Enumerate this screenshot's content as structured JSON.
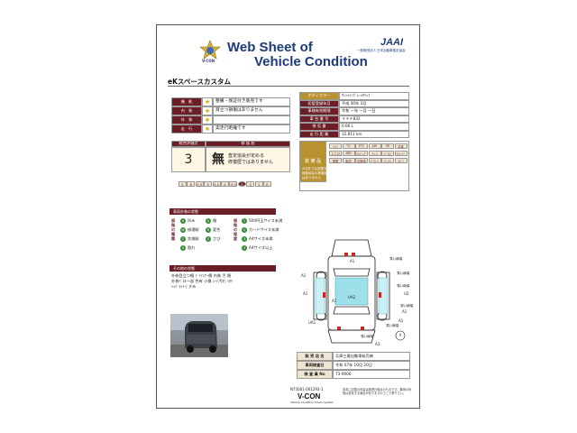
{
  "header": {
    "title_line1": "Web Sheet of",
    "title_line2": "Vehicle Condition",
    "org_logo": "JAAI",
    "org_name": "一般財団法人 日本自動車査定協会",
    "vcon_badge": "V-CON"
  },
  "model_name": "eKスペースカスタム",
  "conditions": [
    {
      "label": "機　能",
      "text": "整備・保証付き販売です"
    },
    {
      "label": "内　装",
      "text": "目立つ損傷はありません"
    },
    {
      "label": "外　装",
      "text": ""
    },
    {
      "label": "走　行",
      "text": "実走行距離です"
    }
  ],
  "specs": [
    {
      "label": "ボディカラー",
      "value": "ｻﾝｼｬｲﾝｸﾞﾚｰﾒﾀﾘｯｸ"
    },
    {
      "label": "初度登録年月",
      "value": "平成 30年 3月"
    },
    {
      "label": "車検有効期限",
      "value": "令和 一年 一月 一日"
    },
    {
      "label": "車 台 番 号",
      "value": "＊＊＊832"
    },
    {
      "label": "排 気 量",
      "value": "0.66 L"
    },
    {
      "label": "走 行 距 離",
      "value": "32,811 km"
    }
  ],
  "evaluation": {
    "score_header": "総合評価点",
    "history_header": "修 復 歴",
    "score": "3",
    "history_mark": "無",
    "history_text_1": "査定協会が定める",
    "history_text_2": "修復歴ではありません",
    "scale": [
      "S",
      "6",
      "5.5",
      "5",
      "4.5",
      "4",
      "3.5",
      "3",
      "2",
      "1",
      "R"
    ],
    "active_index": 7
  },
  "equipment": {
    "header": "装 備 品",
    "items": [
      "ナビ",
      "TV",
      "ETC",
      "AW",
      "SR",
      "本革",
      "エアロ",
      "ABS",
      "ｴｱﾊﾞｯｸﾞ",
      "ｷｰﾚｽ",
      "ﾊﾟﾜｽﾗ",
      "ﾜﾝｵｰﾅｰ",
      "禁煙",
      "取説",
      "記録簿",
      "ﾊﾟﾜｼｰﾄ",
      "ﾏﾆｭｱﾙ",
      "ｽﾍﾟｱ"
    ],
    "note_1": "※当社では加盟する",
    "note_2": "検査協会の検査証明で",
    "note_3": "はありません"
  },
  "legend": {
    "header": "車両外装の状態",
    "col1_title": "損傷の種類",
    "col2_title": "損傷の程度",
    "types": [
      {
        "code": "U",
        "text": "凹み"
      },
      {
        "code": "A",
        "text": "傷"
      },
      {
        "code": "W",
        "text": "修理跡"
      },
      {
        "code": "B",
        "text": "変色"
      },
      {
        "code": "C",
        "text": "交換跡"
      },
      {
        "code": "S",
        "text": "さび"
      },
      {
        "code": "X",
        "text": "割れ"
      }
    ],
    "degrees": [
      {
        "code": "1",
        "text": "500円玉サイズ未満"
      },
      {
        "code": "2",
        "text": "カードサイズ未満"
      },
      {
        "code": "3",
        "text": "A4サイズ未満"
      },
      {
        "code": "4",
        "text": "A4サイズ以上"
      }
    ]
  },
  "other": {
    "header": "その他の状態",
    "line1": "外装目立つ傷 ﾄﾞｱｲﾝﾅｰ傷 内装 汚 傷",
    "line2": "外装ﾊﾟﾈﾙ一部 色有 小傷 ｼｰﾄ汚れ ﾍﾀﾘ",
    "line3": "ﾍｯﾄﾞﾗｲﾄくすみ"
  },
  "diagram": {
    "marks": [
      "A1",
      "A1",
      "A1",
      "UA2",
      "A1",
      "U2",
      "A1",
      "UA1",
      "A3",
      "A1",
      "X"
    ],
    "notes": [
      "薄い線傷",
      "薄い線傷",
      "薄い線傷",
      "薄い線傷",
      "薄い線傷",
      "薄い線傷"
    ]
  },
  "dealer": {
    "shop_label": "販 売 店 名",
    "shop_value": "兵庫三菱自動車販売㈱",
    "date_label": "車両検査日",
    "date_value": "令和 07年 10月 20日",
    "inspector_label": "検 査 員 No",
    "inspector_value": "73-9006"
  },
  "footer": {
    "serial": "N73001-001293-1",
    "brand": "V-CON",
    "subtitle": "Vehicle Condition Check System",
    "disclaimer": "本書に記載の内容は検査日時点のものです。車両の状態は変化する場合がありますのでご了承下さい。"
  },
  "colors": {
    "dark_red": "#6b1e26",
    "gold": "#b8922f",
    "star": "#e0a800"
  }
}
